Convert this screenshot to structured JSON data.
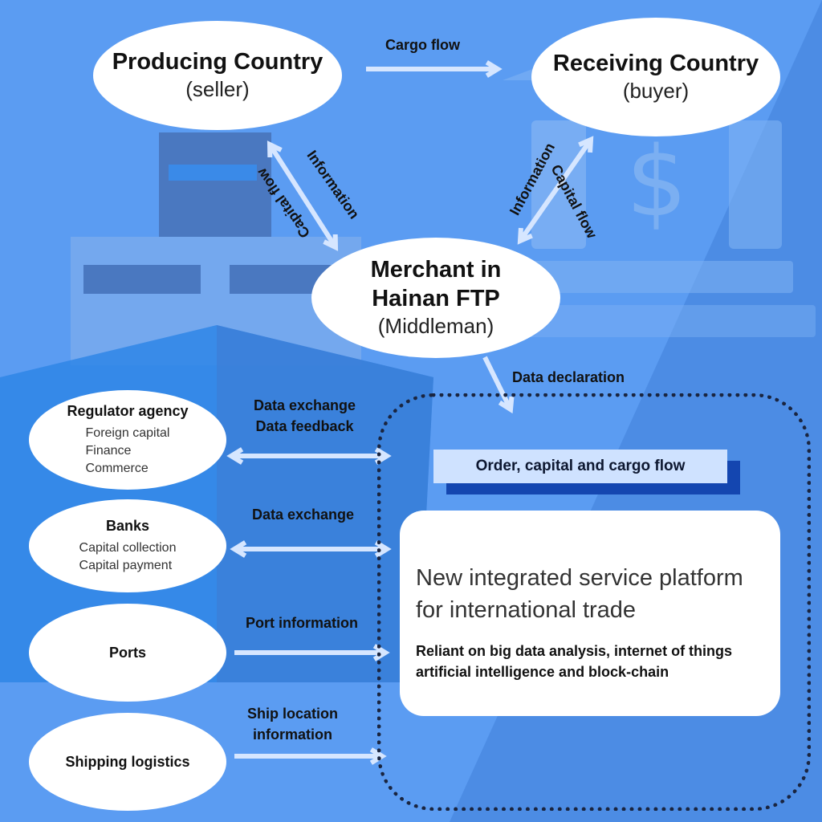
{
  "nodes": {
    "producing": {
      "title": "Producing Country",
      "subtitle": "(seller)"
    },
    "receiving": {
      "title": "Receiving Country",
      "subtitle": "(buyer)"
    },
    "merchant": {
      "title_line1": "Merchant in",
      "title_line2": "Hainan FTP",
      "subtitle": "(Middleman)"
    },
    "regulator": {
      "title": "Regulator agency",
      "items": [
        "Foreign capital",
        "Finance",
        "Commerce"
      ]
    },
    "banks": {
      "title": "Banks",
      "items": [
        "Capital collection",
        "Capital payment"
      ]
    },
    "ports": {
      "title": "Ports"
    },
    "shipping": {
      "title": "Shipping logistics"
    }
  },
  "edges": {
    "cargo_flow": "Cargo flow",
    "information_left": "Information",
    "capital_flow_left": "Capital flow",
    "information_right": "Information",
    "capital_flow_right": "Capital flow",
    "data_declaration": "Data declaration",
    "regulator_line1": "Data exchange",
    "regulator_line2": "Data feedback",
    "banks": "Data exchange",
    "ports": "Port information",
    "shipping_line1": "Ship location",
    "shipping_line2": "information"
  },
  "platform": {
    "banner": "Order, capital and cargo flow",
    "title_line1": "New integrated service platform",
    "title_line2": "for international trade",
    "desc_line1": "Reliant on big data analysis, internet of things",
    "desc_line2": "artificial intelligence and block-chain"
  },
  "colors": {
    "background": "#5b9cf2",
    "arrow": "#d6e6ff",
    "banner_bg": "#cfe2ff",
    "banner_shadow": "#1446b0",
    "dotted_border": "#1a2540"
  }
}
